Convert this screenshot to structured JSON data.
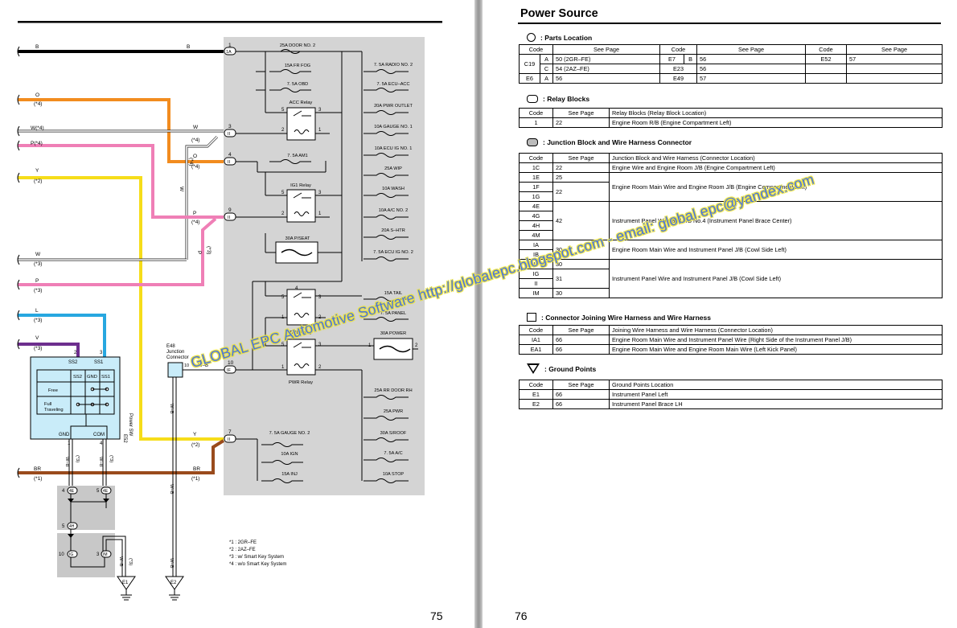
{
  "pages": {
    "left_number": "75",
    "right_number": "76"
  },
  "watermark": "GLOBAL EPC Automotive Software http://globalepc.blogspot.com - email: global.epc@yandex.com",
  "diagram": {
    "wire_labels": {
      "b_left": "B",
      "b_right": "B",
      "o_left": "O",
      "o_left_note": "(*4)",
      "o_right": "O",
      "o_right_note": "(*4)",
      "w_left": "W(*4)",
      "w_right": "W",
      "w_right_note": "(*4)",
      "w_vert": "W",
      "w_vert_note": "(*4)",
      "p_left": "P(*4)",
      "p_right": "P",
      "p_right_note": "(*4)",
      "y_left": "Y",
      "y_left_note": "(*2)",
      "w3_left": "W",
      "w3_left_note": "(*3)",
      "p3_left": "P",
      "p3_left_note": "(*3)",
      "p_vert": "P",
      "p_vert_note": "(*3)",
      "l_left": "L",
      "l_left_note": "(*3)",
      "v_left": "V",
      "v_left_note": "(*3)",
      "y_right": "Y",
      "y_right_note": "(*2)",
      "br_left": "BR",
      "br_left_note": "(*1)",
      "br_right": "BR",
      "br_right_note": "(*1)",
      "wb_junction": "W–B",
      "wb_vert1": "W–B",
      "wb_vert2": "W–B",
      "wb_vert3": "W–B",
      "wb_sw1": "W–B",
      "wb_sw1_note": "(*3)",
      "wb_sw2": "W–B",
      "wb_sw2_note": "(*3)",
      "wb_g": "W–B",
      "wb_g_note": "(*3)"
    },
    "connectors": {
      "c1_pin": "1",
      "c1": "1A",
      "c3_pin": "3",
      "c3": "II",
      "c4_pin": "4",
      "c4": "II",
      "c9_pin": "9",
      "c9": "II",
      "c10_pin": "10",
      "c10": "IF",
      "c7_pin": "7",
      "c7": "II",
      "sw_l_pin": "4",
      "sw_l": "4E",
      "sw_r_pin": "5",
      "sw_r": "4E",
      "mid_pin": "5",
      "mid": "4H",
      "g_l_pin": "10",
      "g_l": "IG",
      "g_r_pin": "3",
      "g_r": "IM"
    },
    "fuses_left": [
      "25A DOOR NO. 2",
      "15A FR FOG",
      "7. 5A OBD",
      "7. 5A AM1",
      "30A P/SEAT",
      "7. 5A GAUGE NO. 2",
      "10A IGN",
      "15A INJ"
    ],
    "fuses_right": [
      "7. 5A RADIO NO. 2",
      "7. 5A ECU–ACC",
      "20A PWR OUTLET",
      "10A GAUGE NO. 1",
      "10A ECU IG NO. 1",
      "25A WIP",
      "10A WASH",
      "10A A/C NO. 2",
      "20A S–HTR",
      "7. 5A ECU IG NO. 2",
      "15A TAIL",
      "7. 5A PANEL",
      "30A POWER",
      "25A RR DOOR RH",
      "25A PWR",
      "30A S/ROOF",
      "7. 5A A/C",
      "10A STOP"
    ],
    "relays": {
      "acc": "ACC Relay",
      "ig1": "IG1 Relay",
      "tail": "TAIL Relay",
      "pwr": "PWR Relay"
    },
    "relay_pins": {
      "p1": "1",
      "p2": "2",
      "p3": "3",
      "p4": "4",
      "p5": "5"
    },
    "junction": {
      "code": "E48",
      "line1": "Junction",
      "line2": "Connector"
    },
    "power_sw": {
      "code": "E52",
      "name": "Power SW",
      "top_pin_l": "2",
      "top_pin_r": "3",
      "h_ss2": "SS2",
      "h_ss1": "SS1",
      "i_ss2": "SS2",
      "i_gnd": "GND",
      "i_ss1": "SS1",
      "row_free": "Free",
      "row_full1": "Full",
      "row_full2": "Traveling",
      "gnd": "GND",
      "com": "COM",
      "bot_pin_l": "1",
      "bot_pin_r": "4"
    },
    "grounds": {
      "e1": "E1",
      "e2": "E2"
    },
    "notes": [
      "*1 : 2GR–FE",
      "*2 : 2AZ–FE",
      "*3 : w/ Smart Key System",
      "*4 : w/o Smart Key System"
    ]
  },
  "power_source": {
    "title": "Power Source",
    "parts_location": {
      "heading": ": Parts Location",
      "headers": [
        "Code",
        "See Page",
        "Code",
        "See Page",
        "Code",
        "See Page"
      ],
      "rows": [
        {
          "code": "C19",
          "sub": "A",
          "page": "50 (2GR–FE)",
          "code2": "E7",
          "sub2": "B",
          "page2": "56",
          "code3": "E52",
          "page3": "57"
        },
        {
          "code": "",
          "sub": "C",
          "page": "54 (2AZ–FE)",
          "code2": "E23",
          "sub2": "",
          "page2": "56",
          "code3": "",
          "page3": ""
        },
        {
          "code": "E6",
          "sub": "A",
          "page": "56",
          "code2": "E49",
          "sub2": "",
          "page2": "57",
          "code3": "",
          "page3": ""
        }
      ]
    },
    "relay_blocks": {
      "heading": ": Relay Blocks",
      "headers": [
        "Code",
        "See Page",
        "Relay Blocks (Relay Block Location)"
      ],
      "rows": [
        [
          "1",
          "22",
          "Engine Room R/B (Engine Compartment Left)"
        ]
      ]
    },
    "junction_blocks": {
      "heading": ": Junction Block and Wire Harness Connector",
      "headers": [
        "Code",
        "See Page",
        "Junction Block and Wire Harness (Connector Location)"
      ],
      "codes": [
        "1C",
        "1E",
        "1F",
        "1G",
        "4E",
        "4G",
        "4H",
        "4M",
        "IA",
        "IB",
        "IF",
        "IG",
        "II",
        "IM"
      ],
      "pages": [
        "22",
        "25",
        "22",
        "42",
        "30",
        "30",
        "31",
        "30"
      ],
      "descs": [
        "Engine Wire and Engine Room J/B (Engine Compartment Left)",
        "Engine Room Main Wire and Engine Room J/B (Engine Compartment Left)",
        "Instrument Panel Wire and J/B No.4 (Instrument Panel Brace Center)",
        "Engine Room Main Wire and Instrument Panel J/B (Cowl Side Left)",
        "Instrument Panel Wire and Instrument Panel J/B (Cowl Side Left)"
      ]
    },
    "joining": {
      "heading": ": Connector Joining Wire Harness and Wire Harness",
      "headers": [
        "Code",
        "See Page",
        "Joining Wire Harness and Wire Harness (Connector Location)"
      ],
      "rows": [
        [
          "IA1",
          "66",
          "Engine Room Main Wire and Instrument Panel Wire (Right Side of the Instrument Panel J/B)"
        ],
        [
          "EA1",
          "66",
          "Engine Room Main Wire and Engine Room Main Wire (Left Kick Panel)"
        ]
      ]
    },
    "ground_points": {
      "heading": ": Ground Points",
      "headers": [
        "Code",
        "See Page",
        "Ground Points Location"
      ],
      "rows": [
        [
          "E1",
          "66",
          "Instrument Panel Left"
        ],
        [
          "E2",
          "66",
          "Instrument Panel Brace LH"
        ]
      ]
    }
  }
}
